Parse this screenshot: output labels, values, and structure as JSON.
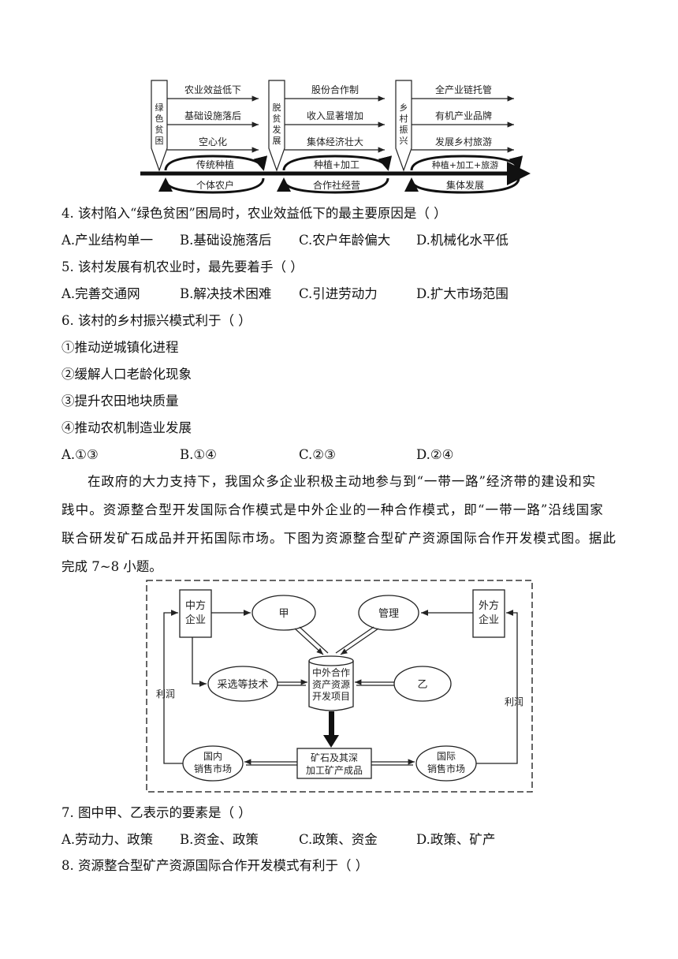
{
  "diagram1": {
    "stages": [
      {
        "label": [
          "绿",
          "色",
          "贫",
          "困"
        ],
        "problems": [
          "农业效益低下",
          "基础设施落后",
          "空心化"
        ],
        "upper": "传统种植",
        "lower": "个体农户"
      },
      {
        "label": [
          "脱",
          "贫",
          "发",
          "展"
        ],
        "problems": [
          "股份合作制",
          "收入显著增加",
          "集体经济壮大"
        ],
        "upper": "种植+加工",
        "lower": "合作社经营"
      },
      {
        "label": [
          "乡",
          "村",
          "振",
          "兴"
        ],
        "problems": [
          "全产业链托管",
          "有机产业品牌",
          "发展乡村旅游"
        ],
        "upper": "种植+加工+旅游",
        "lower": "集体发展"
      }
    ]
  },
  "q4": {
    "stem": "4. 该村陷入“绿色贫困”困局时，农业效益低下的最主要原因是（    ）",
    "options": [
      "A.产业结构单一",
      "B.基础设施落后",
      "C.农户年龄偏大",
      "D.机械化水平低"
    ]
  },
  "q5": {
    "stem": "5. 该村发展有机农业时，最先要着手（    ）",
    "options": [
      "A.完善交通网",
      "B.解决技术困难",
      "C.引进劳动力",
      "D.扩大市场范围"
    ]
  },
  "q6": {
    "stem": "6. 该村的乡村振兴模式利于（    ）",
    "items": [
      "①推动逆城镇化进程",
      "②缓解人口老龄化现象",
      "③提升农田地块质量",
      "④推动农机制造业发展"
    ],
    "options": [
      "A.①③",
      "B.①④",
      "C.②③",
      "D.②④"
    ]
  },
  "passage": [
    "在政府的大力支持下，我国众多企业积极主动地参与到“一带一路”经济带的建设和实",
    "践中。资源整合型开发国际合作模式是中外企业的一种合作模式，即“一带一路”沿线国家",
    "联合研发矿石成品并开拓国际市场。下图为资源整合型矿产资源国际合作开发模式图。据此",
    "完成 7~8 小题。"
  ],
  "diagram2": {
    "chinese_firm": [
      "中方",
      "企业"
    ],
    "foreign_firm": [
      "外方",
      "企业"
    ],
    "jia": "甲",
    "management": "管理",
    "tech": "采选等技术",
    "yi": "乙",
    "project": [
      "中外合作",
      "资产资源",
      "开发项目"
    ],
    "product": [
      "矿石及其深",
      "加工矿产成品"
    ],
    "domestic_market": [
      "国内",
      "销售市场"
    ],
    "intl_market": [
      "国际",
      "销售市场"
    ],
    "profit_left": "利润",
    "profit_right": "利润"
  },
  "q7": {
    "stem": "7. 图中甲、乙表示的要素是（    ）",
    "options": [
      "A.劳动力、政策",
      "B.资金、政策",
      "C.政策、资金",
      "D.政策、矿产"
    ]
  },
  "q8": {
    "stem": "8. 资源整合型矿产资源国际合作开发模式有利于（    ）"
  }
}
